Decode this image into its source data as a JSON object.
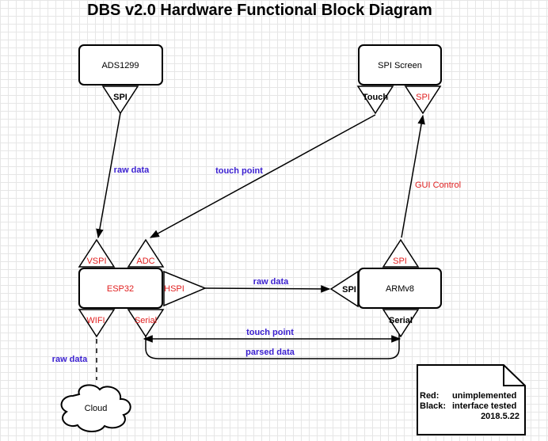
{
  "title": "DBS v2.0 Hardware Functional Block Diagram",
  "colors": {
    "red": "#e02020",
    "blue": "#3a1fd0",
    "black": "#000000"
  },
  "blocks": {
    "ads1299": "ADS1299",
    "spi_screen": "SPI Screen",
    "esp32": "ESP32",
    "armv8": "ARMv8",
    "cloud": "Cloud"
  },
  "ports": {
    "ads_spi": "SPI",
    "screen_touch": "Touch",
    "screen_spi": "SPI",
    "esp_vspi": "VSPI",
    "esp_adc": "ADC",
    "esp_hspi": "HSPI",
    "esp_wifi": "WIFI",
    "esp_serial": "Serial",
    "arm_spi_top": "SPI",
    "arm_spi_left": "SPI",
    "arm_serial": "Serial"
  },
  "edge_labels": {
    "raw_data_ads": "raw data",
    "touch_point_screen": "touch point",
    "gui_control": "GUI Control",
    "raw_data_hspi": "raw data",
    "touch_point_serial": "touch point",
    "parsed_data": "parsed data",
    "raw_data_cloud": "raw data"
  },
  "legend": {
    "red_key": "Red:",
    "red_value": "unimplemented",
    "black_key": "Black:",
    "black_value": "interface tested",
    "date": "2018.5.22"
  }
}
